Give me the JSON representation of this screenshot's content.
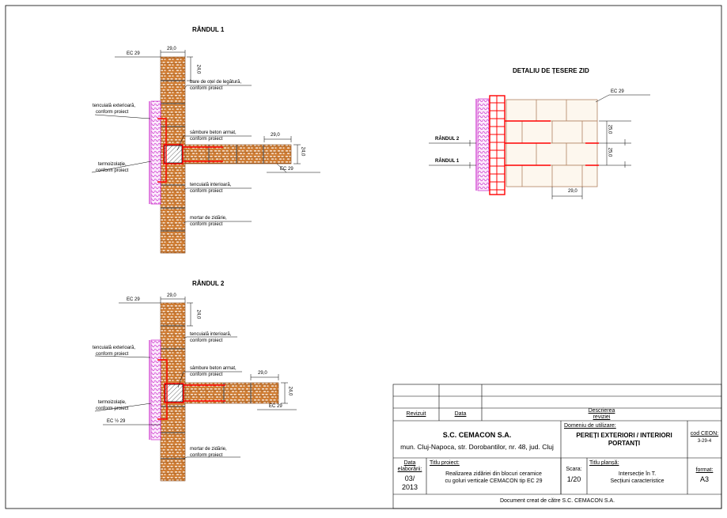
{
  "rand1": {
    "title": "RÂNDUL 1",
    "ec_top": "EC 29",
    "dim_width": "29,0",
    "dim_height": "24,0",
    "bare": [
      "bare de oțel de legătură,",
      "conform proiect"
    ],
    "tenc_ext": [
      "tencuială exterioară,",
      "conform proiect"
    ],
    "sambure": [
      "sâmbure beton armat,",
      "conform proiect"
    ],
    "branch_dim_w": "29,0",
    "branch_dim_h": "24,0",
    "ec_branch": "EC 29",
    "termo": [
      "termoizolație,",
      "conform proiect"
    ],
    "tenc_int": [
      "tencuială interioară,",
      "conform proiect"
    ],
    "mortar": [
      "mortar de zidărie,",
      "conform proiect"
    ]
  },
  "rand2": {
    "title": "RÂNDUL 2",
    "ec_top": "EC 29",
    "dim_width": "29,0",
    "dim_height": "24,0",
    "tenc_int": [
      "tencuială interioară,",
      "conform proiect"
    ],
    "tenc_ext": [
      "tencuială exterioară,",
      "conform proiect"
    ],
    "sambure": [
      "sâmbure beton armat,",
      "conform proiect"
    ],
    "branch_dim_w": "29,0",
    "branch_dim_h": "24,0",
    "ec_branch": "EC 29",
    "termo": [
      "termoizolație,",
      "conform proiect"
    ],
    "ec_side": "EC ½ 29",
    "mortar": [
      "mortar de zidărie,",
      "conform proiect"
    ]
  },
  "detail": {
    "title": "DETALIU DE ȚESERE ZID",
    "ec": "EC 29",
    "rand2_label": "RÂNDUL 2",
    "rand1_label": "RÂNDUL 1",
    "dim1": "25,0",
    "dim2": "25,0",
    "dim_bottom": "29,0"
  },
  "titleblock": {
    "revizuit": "Revizuit",
    "data": "Data",
    "descrierea": "Descrierea",
    "revizie": "reviziei",
    "company": "S.C. CEMACON S.A.",
    "address": "mun. Cluj-Napoca, str. Dorobantilor, nr. 48, jud. Cluj",
    "domeniu_label": "Domeniu de utilizare:",
    "domeniu_value_1": "PEREȚI EXTERIORI / INTERIORI",
    "domeniu_value_2": "PORTANȚI",
    "cod_label": "cod CEON:",
    "cod_value": "3-29-4",
    "data_elab_1": "Data",
    "data_elab_2": "elaborării:",
    "data_value_1": "03/",
    "data_value_2": "2013",
    "titlu_proiect_label": "Titlu proiect:",
    "titlu_proiect_1": "Realizarea zidăriei din blocuri ceramice",
    "titlu_proiect_2": "cu goluri verticale CEMACON tip EC 29",
    "scara_label": "Scara:",
    "scara_value": "1/20",
    "titlu_plansa_label": "Titlu planșă:",
    "titlu_plansa_1": "Intersecție în T.",
    "titlu_plansa_2": "Secțiuni caracteristice",
    "format_label": "format:",
    "format_value": "A3",
    "footer": "Document creat de către S.C. CEMACON S.A."
  },
  "colors": {
    "brick": "#c9772e",
    "brick_dark": "#8a4a14",
    "insulation": "#e0a0e0",
    "insulation_line": "#c000c0",
    "rebar": "#ff0000",
    "mortar": "#999999"
  }
}
